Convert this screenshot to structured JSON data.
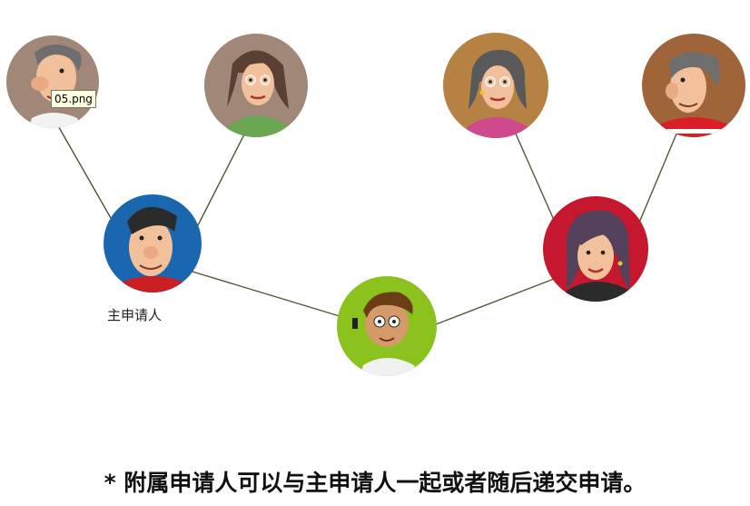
{
  "tooltip": {
    "text": "05.png"
  },
  "main_applicant": {
    "label": "主申请人"
  },
  "footnote": {
    "text": "* 附属申请人可以与主申请人一起或者随后递交申请。"
  },
  "colors": {
    "connector": "#4a5a36",
    "avatar_grandpa_left": "#a08778",
    "avatar_grandma_left": "#a08778",
    "avatar_main": "#1a67b0",
    "avatar_center_child": "#8cc21e",
    "avatar_spouse": "#c5172e",
    "avatar_grandma_right": "#b58244",
    "avatar_grandpa_right": "#a0643a"
  },
  "avatars": [
    {
      "id": "grandpa-left",
      "icon": "old-man-avatar-icon"
    },
    {
      "id": "grandma-left",
      "icon": "old-woman-avatar-icon"
    },
    {
      "id": "main-applicant",
      "icon": "man-avatar-icon"
    },
    {
      "id": "center-child",
      "icon": "boy-avatar-icon"
    },
    {
      "id": "spouse",
      "icon": "woman-avatar-icon"
    },
    {
      "id": "grandma-right",
      "icon": "old-woman-avatar-icon"
    },
    {
      "id": "grandpa-right",
      "icon": "old-man-avatar-icon"
    }
  ]
}
